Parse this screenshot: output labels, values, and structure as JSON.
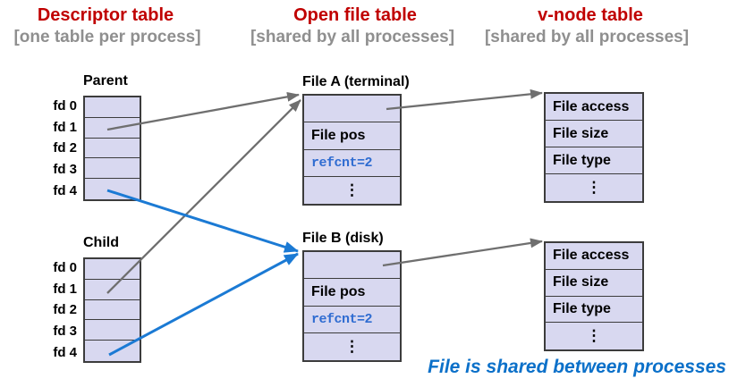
{
  "columns": [
    {
      "title": "Descriptor table",
      "subtitle": "[one table per process]"
    },
    {
      "title": "Open file table",
      "subtitle": "[shared by all processes]"
    },
    {
      "title": "v-node table",
      "subtitle": "[shared by all processes]"
    }
  ],
  "descriptor_tables": [
    {
      "name": "Parent",
      "rows": [
        "fd 0",
        "fd 1",
        "fd 2",
        "fd 3",
        "fd 4"
      ]
    },
    {
      "name": "Child",
      "rows": [
        "fd 0",
        "fd 1",
        "fd 2",
        "fd 3",
        "fd 4"
      ]
    }
  ],
  "open_file_tables": [
    {
      "name": "File A (terminal)",
      "rows": [
        "",
        "File pos",
        "refcnt=2",
        "⋮"
      ]
    },
    {
      "name": "File B (disk)",
      "rows": [
        "",
        "File pos",
        "refcnt=2",
        "⋮"
      ]
    }
  ],
  "vnode_tables": [
    {
      "rows": [
        "File access",
        "File size",
        "File type",
        "⋮"
      ]
    },
    {
      "rows": [
        "File access",
        "File size",
        "File type",
        "⋮"
      ]
    }
  ],
  "caption": "File is shared between processes",
  "edges": [
    {
      "from": "parent-fd1",
      "to": "file-a",
      "color": "gray"
    },
    {
      "from": "child-fd1",
      "to": "file-a",
      "color": "gray"
    },
    {
      "from": "parent-fd4",
      "to": "file-b",
      "color": "blue"
    },
    {
      "from": "child-fd4",
      "to": "file-b",
      "color": "blue"
    },
    {
      "from": "file-a",
      "to": "vnode-1",
      "color": "gray"
    },
    {
      "from": "file-b",
      "to": "vnode-2",
      "color": "gray"
    }
  ],
  "colors": {
    "red": "#c00000",
    "subtitle": "#8f8f8f",
    "fill": "#d8d8f0",
    "border": "#3c3c3c",
    "arrow_gray": "#6f6f6f",
    "arrow_blue": "#1b7ad4",
    "refcnt": "#2f6cd1",
    "caption": "#0b70c9"
  }
}
